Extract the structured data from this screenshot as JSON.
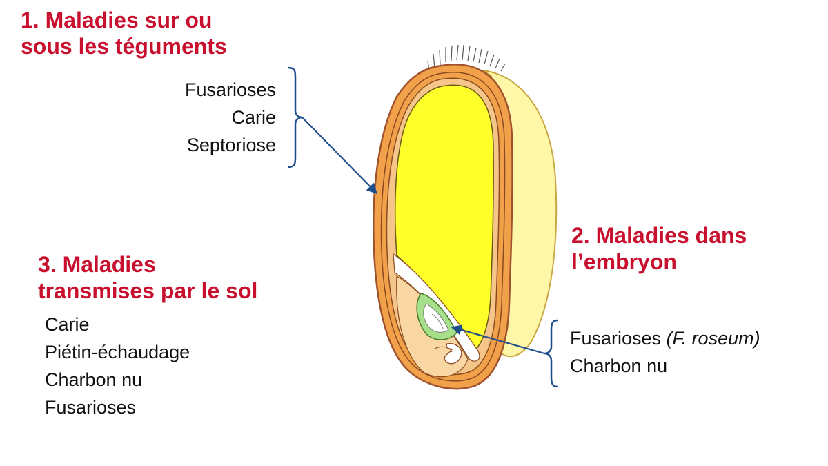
{
  "sections": {
    "coat": {
      "heading_line1": "1. Maladies sur ou",
      "heading_line2": "sous les téguments",
      "items": [
        "Fusarioses",
        "Carie",
        "Septoriose"
      ]
    },
    "embryo": {
      "heading_line1": "2. Maladies dans",
      "heading_line2": "l’embryon",
      "items": [
        {
          "text": "Fusarioses ",
          "note": "(F. roseum)"
        },
        {
          "text": "Charbon nu",
          "note": ""
        }
      ]
    },
    "soil": {
      "heading_line1": "3. Maladies",
      "heading_line2": "transmises par le sol",
      "items": [
        "Carie",
        "Piétin-échaudage",
        "Charbon nu",
        "Fusarioses"
      ]
    }
  },
  "colors": {
    "heading": "#c8102e",
    "arrow": "#1f4e8c",
    "seed_coat": "#f0a14a",
    "endosperm": "#ffff2a",
    "side_layer": "#fff7a8",
    "embryo_green": "#a6e08a"
  }
}
